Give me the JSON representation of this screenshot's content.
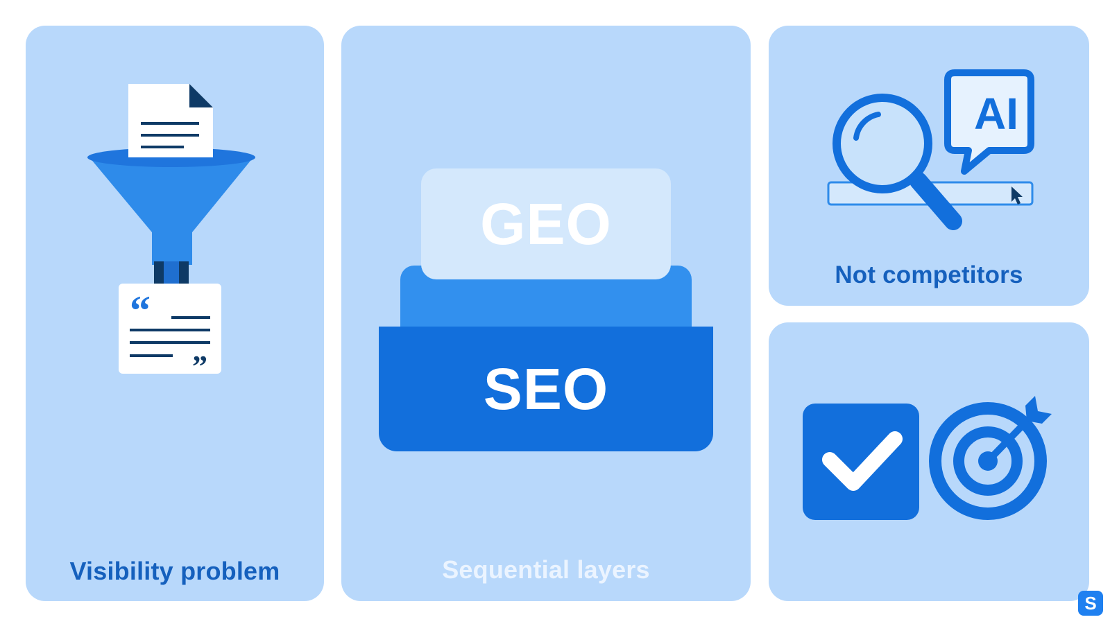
{
  "panels": {
    "visibility": {
      "caption": "Visibility problem"
    },
    "layers": {
      "caption": "Sequential layers",
      "top_layer": "GEO",
      "bottom_layer": "SEO"
    },
    "competitors": {
      "caption": "Not competitors",
      "bubble_text": "AI"
    },
    "goal": {}
  },
  "badge": {
    "text": "S"
  },
  "colors": {
    "card": "#b8d8fb",
    "primary": "#126fdc",
    "accent": "#3290ee",
    "dark": "#0e3a66",
    "caption_blue": "#1560bd"
  },
  "icons": [
    "funnel-icon",
    "document-icon",
    "quote-card-icon",
    "magnifier-icon",
    "ai-chat-bubble-icon",
    "cursor-icon",
    "checkbox-icon",
    "target-icon",
    "arrow-icon"
  ]
}
